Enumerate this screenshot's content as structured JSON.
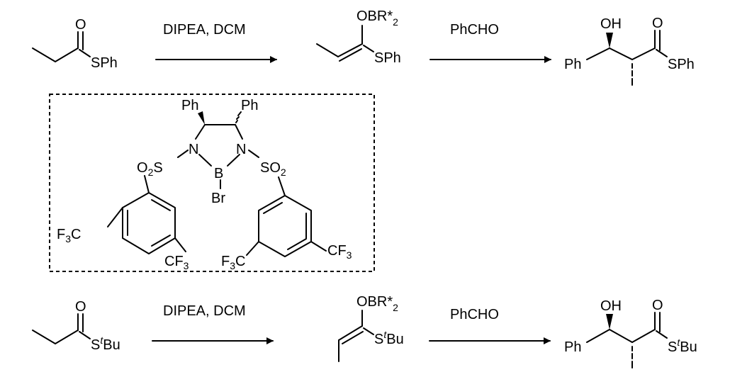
{
  "reaction1": {
    "reagents_step1": "DIPEA, DCM",
    "reagents_step2": "PhCHO",
    "sm": {
      "carbonyl_o": "O",
      "s_group": "SPh"
    },
    "enolate": {
      "ob_main": "OBR*",
      "ob_sub": "2",
      "s_group": "SPh"
    },
    "product": {
      "oh": "OH",
      "carbonyl_o": "O",
      "ph": "Ph",
      "s_group": "SPh"
    }
  },
  "catalyst": {
    "ph_left": "Ph",
    "ph_right": "Ph",
    "n_left": "N",
    "n_right": "N",
    "b": "B",
    "br": "Br",
    "o2s_o": "O",
    "o2s_2": "2",
    "o2s_s": "S",
    "so2_s": "SO",
    "so2_2": "2",
    "cf3_a_f": "F",
    "cf3_a_3": "3",
    "cf3_a_c": "C",
    "cf3_b_cf": "CF",
    "cf3_b_3": "3",
    "cf3_c_f": "F",
    "cf3_c_3": "3",
    "cf3_c_c": "C",
    "cf3_d_cf": "CF",
    "cf3_d_3": "3"
  },
  "reaction2": {
    "reagents_step1": "DIPEA, DCM",
    "reagents_step2": "PhCHO",
    "sm": {
      "carbonyl_o": "O",
      "s_main": "S",
      "s_sup": "t",
      "s_bu": "Bu"
    },
    "enolate": {
      "ob_main": "OBR*",
      "ob_sub": "2",
      "s_main": "S",
      "s_sup": "t",
      "s_bu": "Bu"
    },
    "product": {
      "oh": "OH",
      "carbonyl_o": "O",
      "ph": "Ph",
      "s_main": "S",
      "s_sup": "t",
      "s_bu": "Bu"
    }
  }
}
